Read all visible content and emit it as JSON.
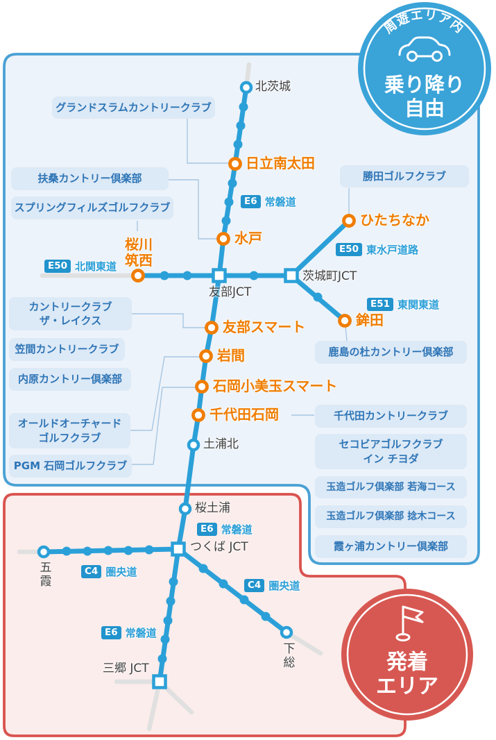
{
  "map": {
    "tour_badge": {
      "arc_label": "周遊エリア内",
      "free_line1": "乗り降り",
      "free_line2": "自由"
    },
    "start_badge": {
      "line1": "発着",
      "line2": "エリア"
    },
    "roads": {
      "e6": "E6",
      "joban": "常磐道",
      "e50": "E50",
      "kitakanto": "北関東道",
      "higashi_mito": "東水戸道路",
      "e51": "E51",
      "higashi_kanto": "東関東道",
      "c4": "C4",
      "kenodo": "圏央道"
    },
    "stations": {
      "kita_ibaraki": "北茨城",
      "hitachi_minami_ota": "日立南太田",
      "mito": "水戸",
      "sakuragawa_chikusei": "桜川\n筑西",
      "hitachinaka": "ひたちなか",
      "tomobe_jct": "友部JCT",
      "ibarakimachi_jct": "茨城町JCT",
      "hokota": "鉾田",
      "tomobe_smart": "友部スマート",
      "iwama": "岩間",
      "ishioka_omitama_smart": "石岡小美玉スマート",
      "chiyoda_ishioka": "千代田石岡",
      "tsuchiura_kita": "土浦北",
      "sakura_tsuchiura": "桜土浦",
      "goka": "五霞",
      "tsukuba_jct": "つくば JCT",
      "shimofusa": "下総",
      "misato_jct": "三郷 JCT"
    },
    "golf_clubs": {
      "grand_slam": "グランドスラムカントリークラブ",
      "fuso": "扶桑カントリー倶楽部",
      "spring_fields": "スプリングフィルズゴルフクラブ",
      "katsuta": "勝田ゴルフクラブ",
      "the_lakes": "カントリークラブ\nザ・レイクス",
      "kasama": "笠間カントリークラブ",
      "uchihara": "内原カントリー倶楽部",
      "kashima_no_mori": "鹿島の杜カントリー倶楽部",
      "old_orchard": "オールドオーチャード\nゴルフクラブ",
      "pgm_ishioka": "PGM 石岡ゴルフクラブ",
      "chiyoda_cc": "千代田カントリークラブ",
      "secovia": "セコビアゴルフクラブ\nイン チヨダ",
      "tamatsukuri_wakami": "玉造ゴルフ倶楽部 若海コース",
      "tamatsukuri_nejiki": "玉造ゴルフ倶楽部 捻木コース",
      "kasumigaura": "霞ヶ浦カントリー倶楽部"
    },
    "colors": {
      "route_blue": "#2ba0d8",
      "orange": "#f07d00",
      "area_blue_border": "#4aa1d4",
      "area_blue_fill": "#edf3fa",
      "area_red_border": "#d9534f",
      "area_red_fill": "#fbedeb",
      "badge_blue": "#3aa3d8",
      "badge_red": "#d75852"
    }
  }
}
